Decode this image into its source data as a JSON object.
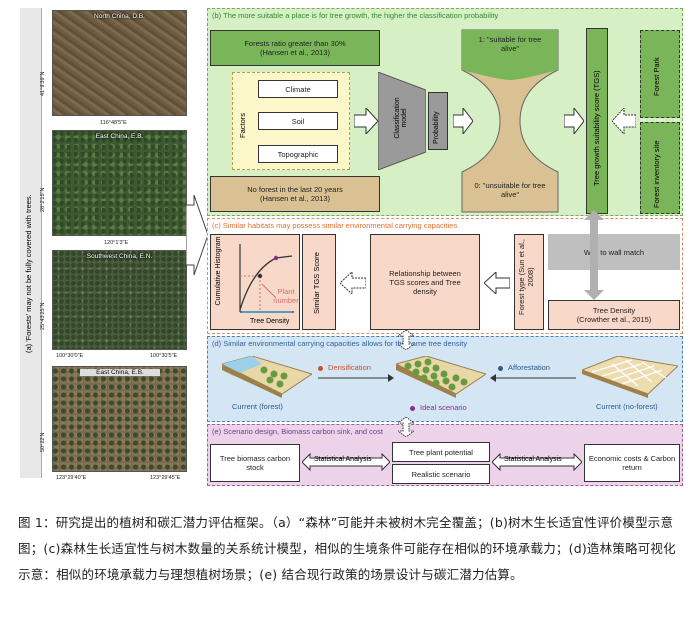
{
  "panel_a": {
    "title": "(a)  'Forests' may not be fully covered with trees.",
    "images": [
      {
        "label": "North China, D.B.",
        "x_coord": "116°48'5\"E",
        "y_coord": "41°9'39\"N",
        "color": "#6b5a3e"
      },
      {
        "label": "East China, E.B.",
        "x_coord": "120°1'3\"E",
        "y_coord": "28°2'15\"N",
        "color": "#3d5a30"
      },
      {
        "label": "Southwest China, E.N.",
        "x_coord_left": "100°30'0\"E",
        "x_coord_right": "100°30'5\"E",
        "y_coord": "25°43'25\"N",
        "color": "#4a5d3c"
      },
      {
        "label": "East China, E.B.",
        "x_coord_left": "123°29'40\"E",
        "x_coord_right": "123°29'45\"E",
        "y_coord": "50°22'N",
        "color": "#7a6a4c"
      }
    ]
  },
  "panel_b": {
    "title": "(b)  The more suitable a place is for tree growth, the higher the classification probability",
    "forest_ratio": "Forests ratio greater than 30%\n(Hansen et al., 2013)",
    "no_forest": "No forest in the last 20 years\n(Hansen et al., 2013)",
    "factors_label": "Factors",
    "factors": [
      "Climate",
      "Soil",
      "Topographic"
    ],
    "classification_model": "Classification model",
    "probability": "Probability",
    "suitable": "1: \"suitable for tree alive\"",
    "unsuitable": "0: \"unsuitable for tree alive\"",
    "tgs": "Tree growth suitability score (TGS)",
    "forest_park": "Forest Park",
    "forest_inventory": "Forest inventory site"
  },
  "panel_c": {
    "title": "(c)  Similar habitats may possess similar environmental carrying capacities",
    "cum_hist": "Cumulative Histogram",
    "tree_density_axis": "Tree Density",
    "plant_number": "Plant number",
    "similar_tgs": "Similar TGS Score",
    "relationship": "Relationship between TGS scores and Tree density",
    "forest_type": "Forest type (Sun et al., 2008)",
    "wall_match": "Wall to wall match",
    "tree_density_box": "Tree Density\n(Crowther et al., 2015)"
  },
  "panel_d": {
    "title": "(d)  Similar environmental carrying capacities allows for the same tree density",
    "densification": "Densification",
    "afforestation": "Afforestation",
    "current_forest": "Current (forest)",
    "ideal": "Ideal scenario",
    "current_noforest": "Current (no-forest)"
  },
  "panel_e": {
    "title": "(e)  Scenario design, Biomass carbon sink, and cost",
    "biomass": "Tree biomass carbon stock",
    "stat1": "Statistical Analysis",
    "potential": "Tree plant potential",
    "realistic": "Realistic scenario",
    "stat2": "Statistical Analysis",
    "economic": "Economic costs & Carbon return"
  },
  "caption": "图 1：研究提出的植树和碳汇潜力评估框架。（a）“森林”可能并未被树木完全覆盖；(b)树木生长适宜性评价模型示意图；(c)森林生长适宜性与树木数量的关系统计模型，相似的生境条件可能存在相似的环境承载力；(d)造林策略可视化示意：相似的环境承载力与理想植树场景；(e) 结合现行政策的场景设计与碳汇潜力估算。",
  "colors": {
    "green_panel": "#d6efc4",
    "green_box": "#7bb55a",
    "tan": "#d9c193",
    "salmon": "#f8d8c8",
    "blue_panel": "#d4e6f4",
    "pink_panel": "#ecd3ea",
    "gray": "#9a9a9a"
  }
}
